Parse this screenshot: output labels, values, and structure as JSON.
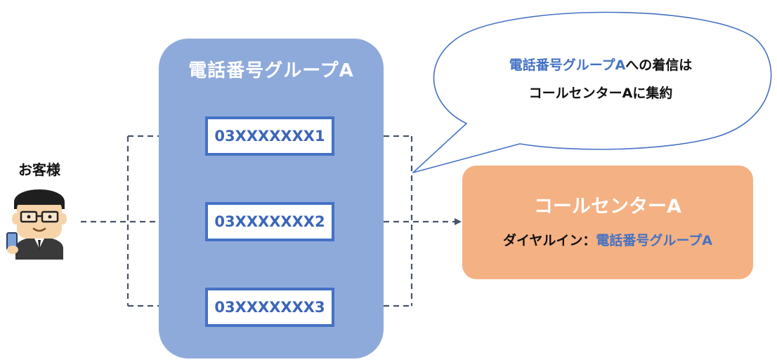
{
  "customer": {
    "label": "お客様"
  },
  "phone_group": {
    "title": "電話番号グループA",
    "numbers": [
      "03XXXXXXX1",
      "03XXXXXXX2",
      "03XXXXXXX3"
    ]
  },
  "call_center": {
    "title": "コールセンターA",
    "dial_in_label": "ダイヤルイン：",
    "dial_in_value": "電話番号グループA"
  },
  "callout": {
    "line1_highlight": "電話番号グループA",
    "line1_rest": "への着信は",
    "line2": "コールセンターAに集約"
  },
  "colors": {
    "group_panel": "#8eaadb",
    "number_border": "#4472c4",
    "call_center": "#f4b183",
    "arrow": "#44546a",
    "highlight_text": "#4472c4"
  }
}
